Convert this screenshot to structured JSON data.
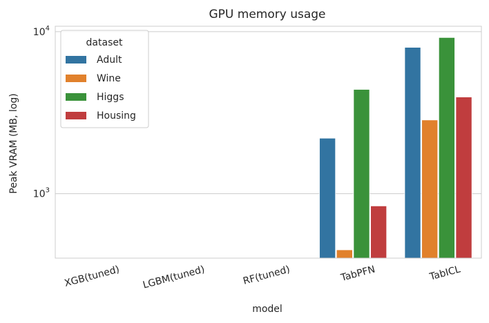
{
  "chart_data": {
    "type": "bar",
    "title": "GPU memory usage",
    "xlabel": "model",
    "ylabel": "Peak VRAM (MB, log)",
    "yscale": "log",
    "ylim": [
      400,
      10800
    ],
    "yticks": [
      {
        "value": 1000,
        "base": "10",
        "exp": "3"
      },
      {
        "value": 10000,
        "base": "10",
        "exp": "4"
      }
    ],
    "grid": true,
    "categories": [
      "XGB(tuned)",
      "LGBM(tuned)",
      "RF(tuned)",
      "TabPFN",
      "TabICL"
    ],
    "legend": {
      "title": "dataset",
      "placement": "top-left"
    },
    "series": [
      {
        "name": "Adult",
        "color": "#3274a1",
        "values": [
          null,
          null,
          null,
          2200,
          8000
        ]
      },
      {
        "name": "Wine",
        "color": "#e1812c",
        "values": [
          null,
          null,
          null,
          450,
          2850
        ]
      },
      {
        "name": "Higgs",
        "color": "#3a923a",
        "values": [
          null,
          null,
          null,
          4400,
          9200
        ]
      },
      {
        "name": "Housing",
        "color": "#c03d3e",
        "values": [
          null,
          null,
          null,
          840,
          3950
        ]
      }
    ]
  }
}
